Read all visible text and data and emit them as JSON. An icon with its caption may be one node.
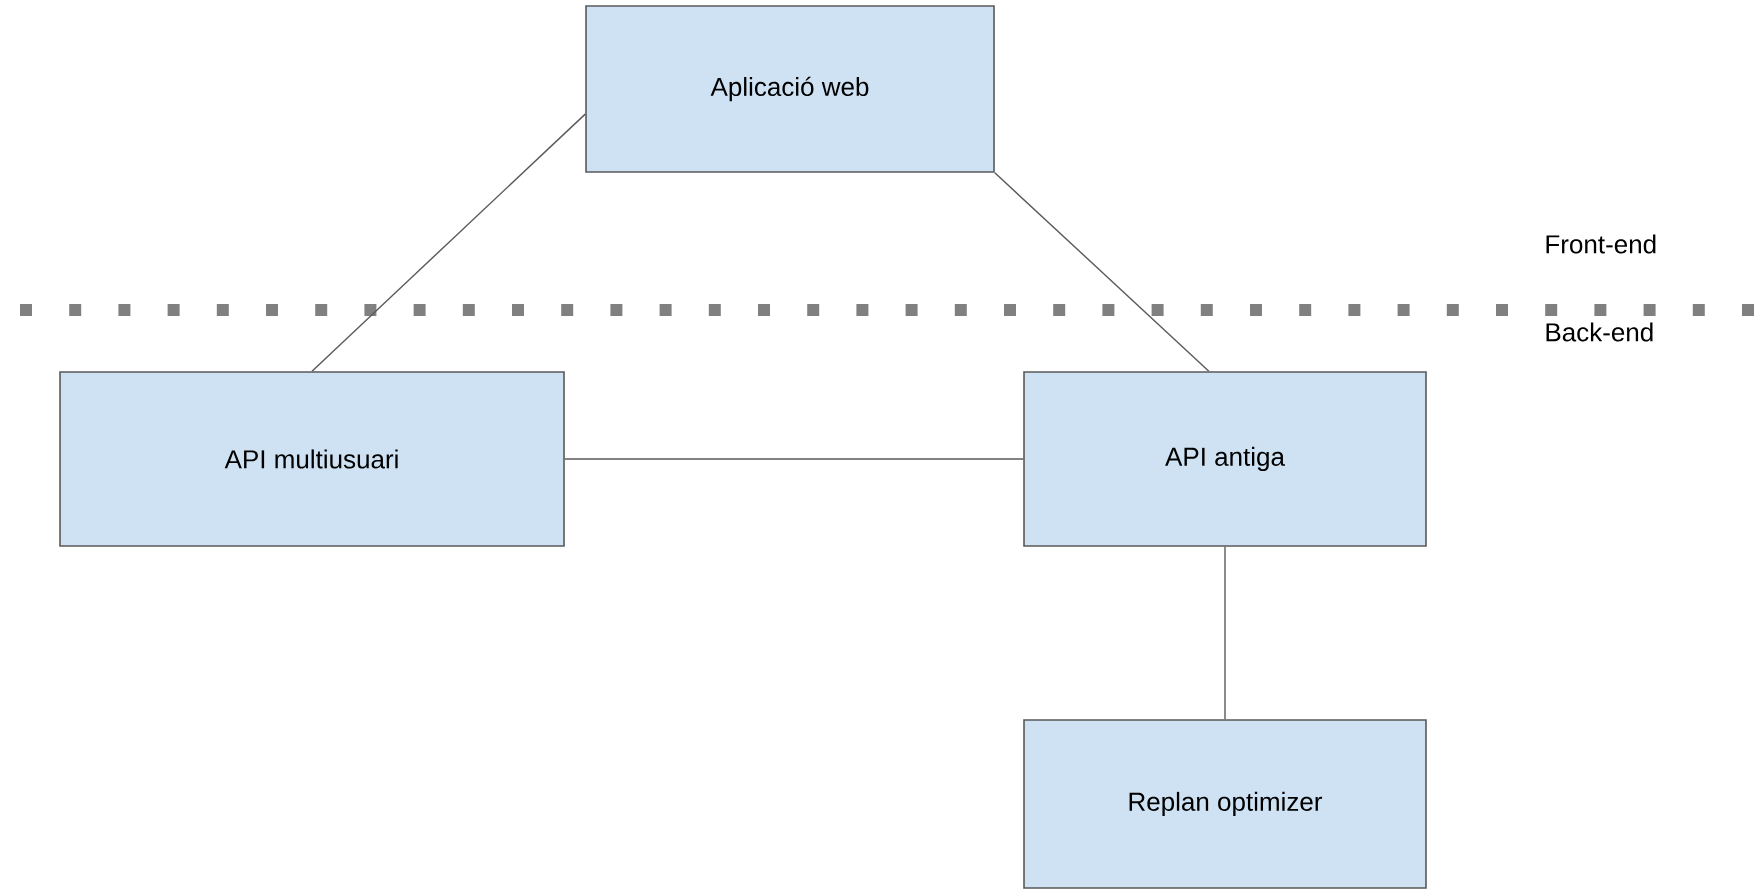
{
  "diagram": {
    "nodes": [
      {
        "text": [
          "Aplicació web"
        ]
      },
      {
        "text": [
          "API multiusuari"
        ]
      },
      {
        "text": [
          "API antiga"
        ]
      },
      {
        "text": [
          "Replan optimizer"
        ]
      }
    ],
    "edges": [
      {
        "from": 0,
        "to": 1,
        "arrow": "none"
      },
      {
        "from": 0,
        "to": 2,
        "arrow": "none"
      },
      {
        "from": 1,
        "to": 2,
        "arrow": "none"
      },
      {
        "from": 2,
        "to": 3,
        "arrow": "none"
      }
    ],
    "labels": [
      "Front-end",
      "Back-end"
    ]
  }
}
